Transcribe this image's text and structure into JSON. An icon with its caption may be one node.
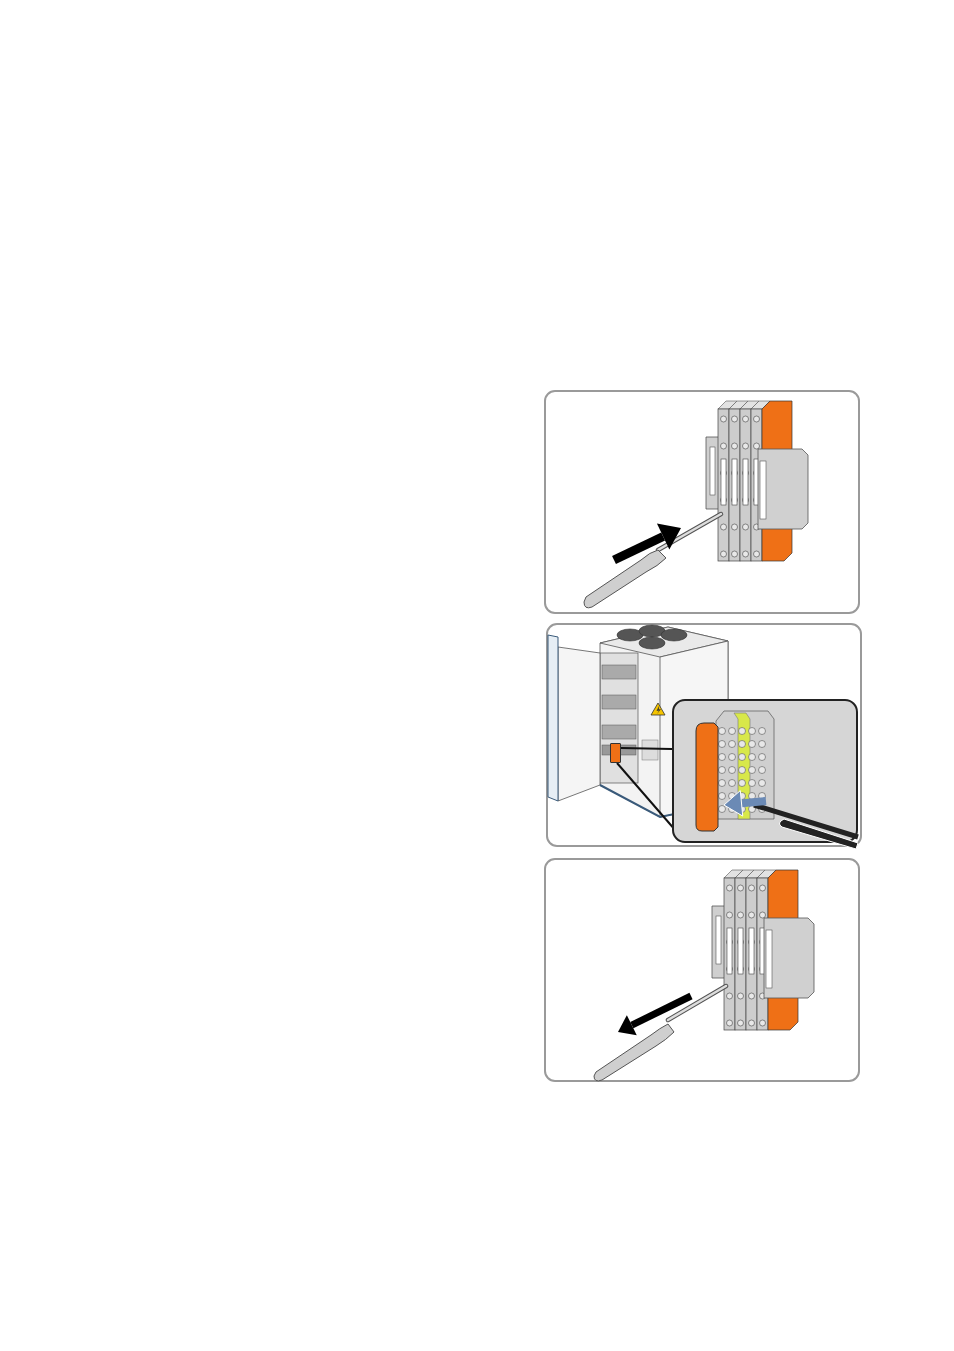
{
  "diagram": {
    "nodes": [
      {
        "text": [],
        "shape": "box"
      },
      {
        "text": [],
        "shape": "box"
      },
      {
        "text": [],
        "shape": "box",
        "in": 1
      },
      {
        "text": [],
        "shape": "box",
        "in": 1
      },
      {
        "text": [],
        "shape": "box"
      }
    ],
    "edges": [
      {
        "from": 2,
        "to": 3,
        "arrow": "none"
      },
      {
        "from": 2,
        "to": 3,
        "arrow": "none"
      }
    ]
  }
}
